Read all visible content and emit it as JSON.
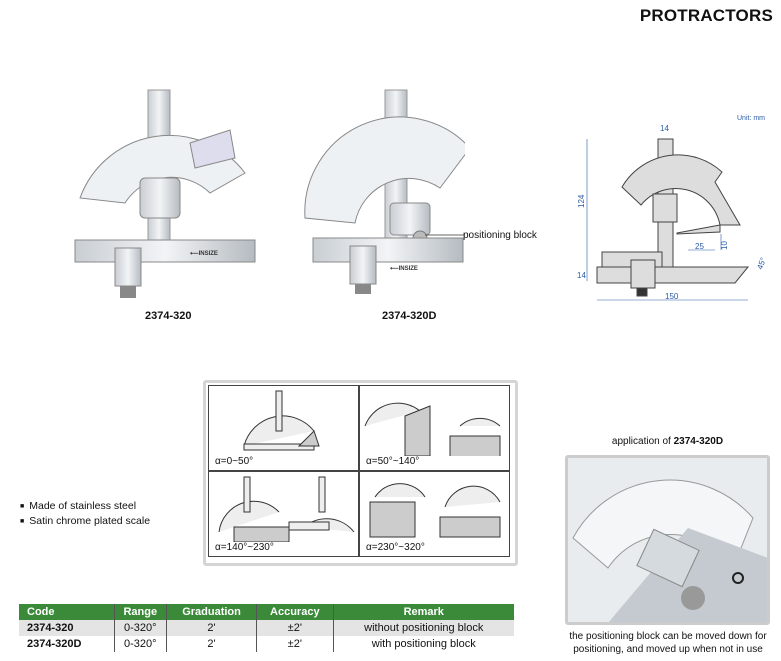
{
  "title": "PROTRACTORS",
  "products": [
    {
      "code": "2374-320",
      "brand": "INSIZE"
    },
    {
      "code": "2374-320D",
      "brand": "INSIZE",
      "callout": "positioning block"
    }
  ],
  "drawing": {
    "unit": "Unit: mm",
    "dims": {
      "top": "14",
      "height": "124",
      "base": "14",
      "width": "150",
      "block_w": "25",
      "block_h": "10",
      "angle": "45°"
    }
  },
  "modes": [
    {
      "label": "α=0~50°"
    },
    {
      "label": "α=50°~140°"
    },
    {
      "label": "α=140°~230°"
    },
    {
      "label": "α=230°~320°"
    }
  ],
  "features": [
    "Made of stainless steel",
    "Satin chrome plated scale"
  ],
  "table": {
    "headers": [
      "Code",
      "Range",
      "Graduation",
      "Accuracy",
      "Remark"
    ],
    "rows": [
      [
        "2374-320",
        "0-320°",
        "2'",
        "±2'",
        "without positioning block"
      ],
      [
        "2374-320D",
        "0-320°",
        "2'",
        "±2'",
        "with positioning block"
      ]
    ]
  },
  "application": {
    "title_prefix": "application of ",
    "title_code": "2374-320D",
    "caption": "the positioning block can be moved down for positioning, and moved up when not in use"
  },
  "colors": {
    "header_green": "#3b8a3a",
    "dim_blue": "#2a5ba8"
  }
}
